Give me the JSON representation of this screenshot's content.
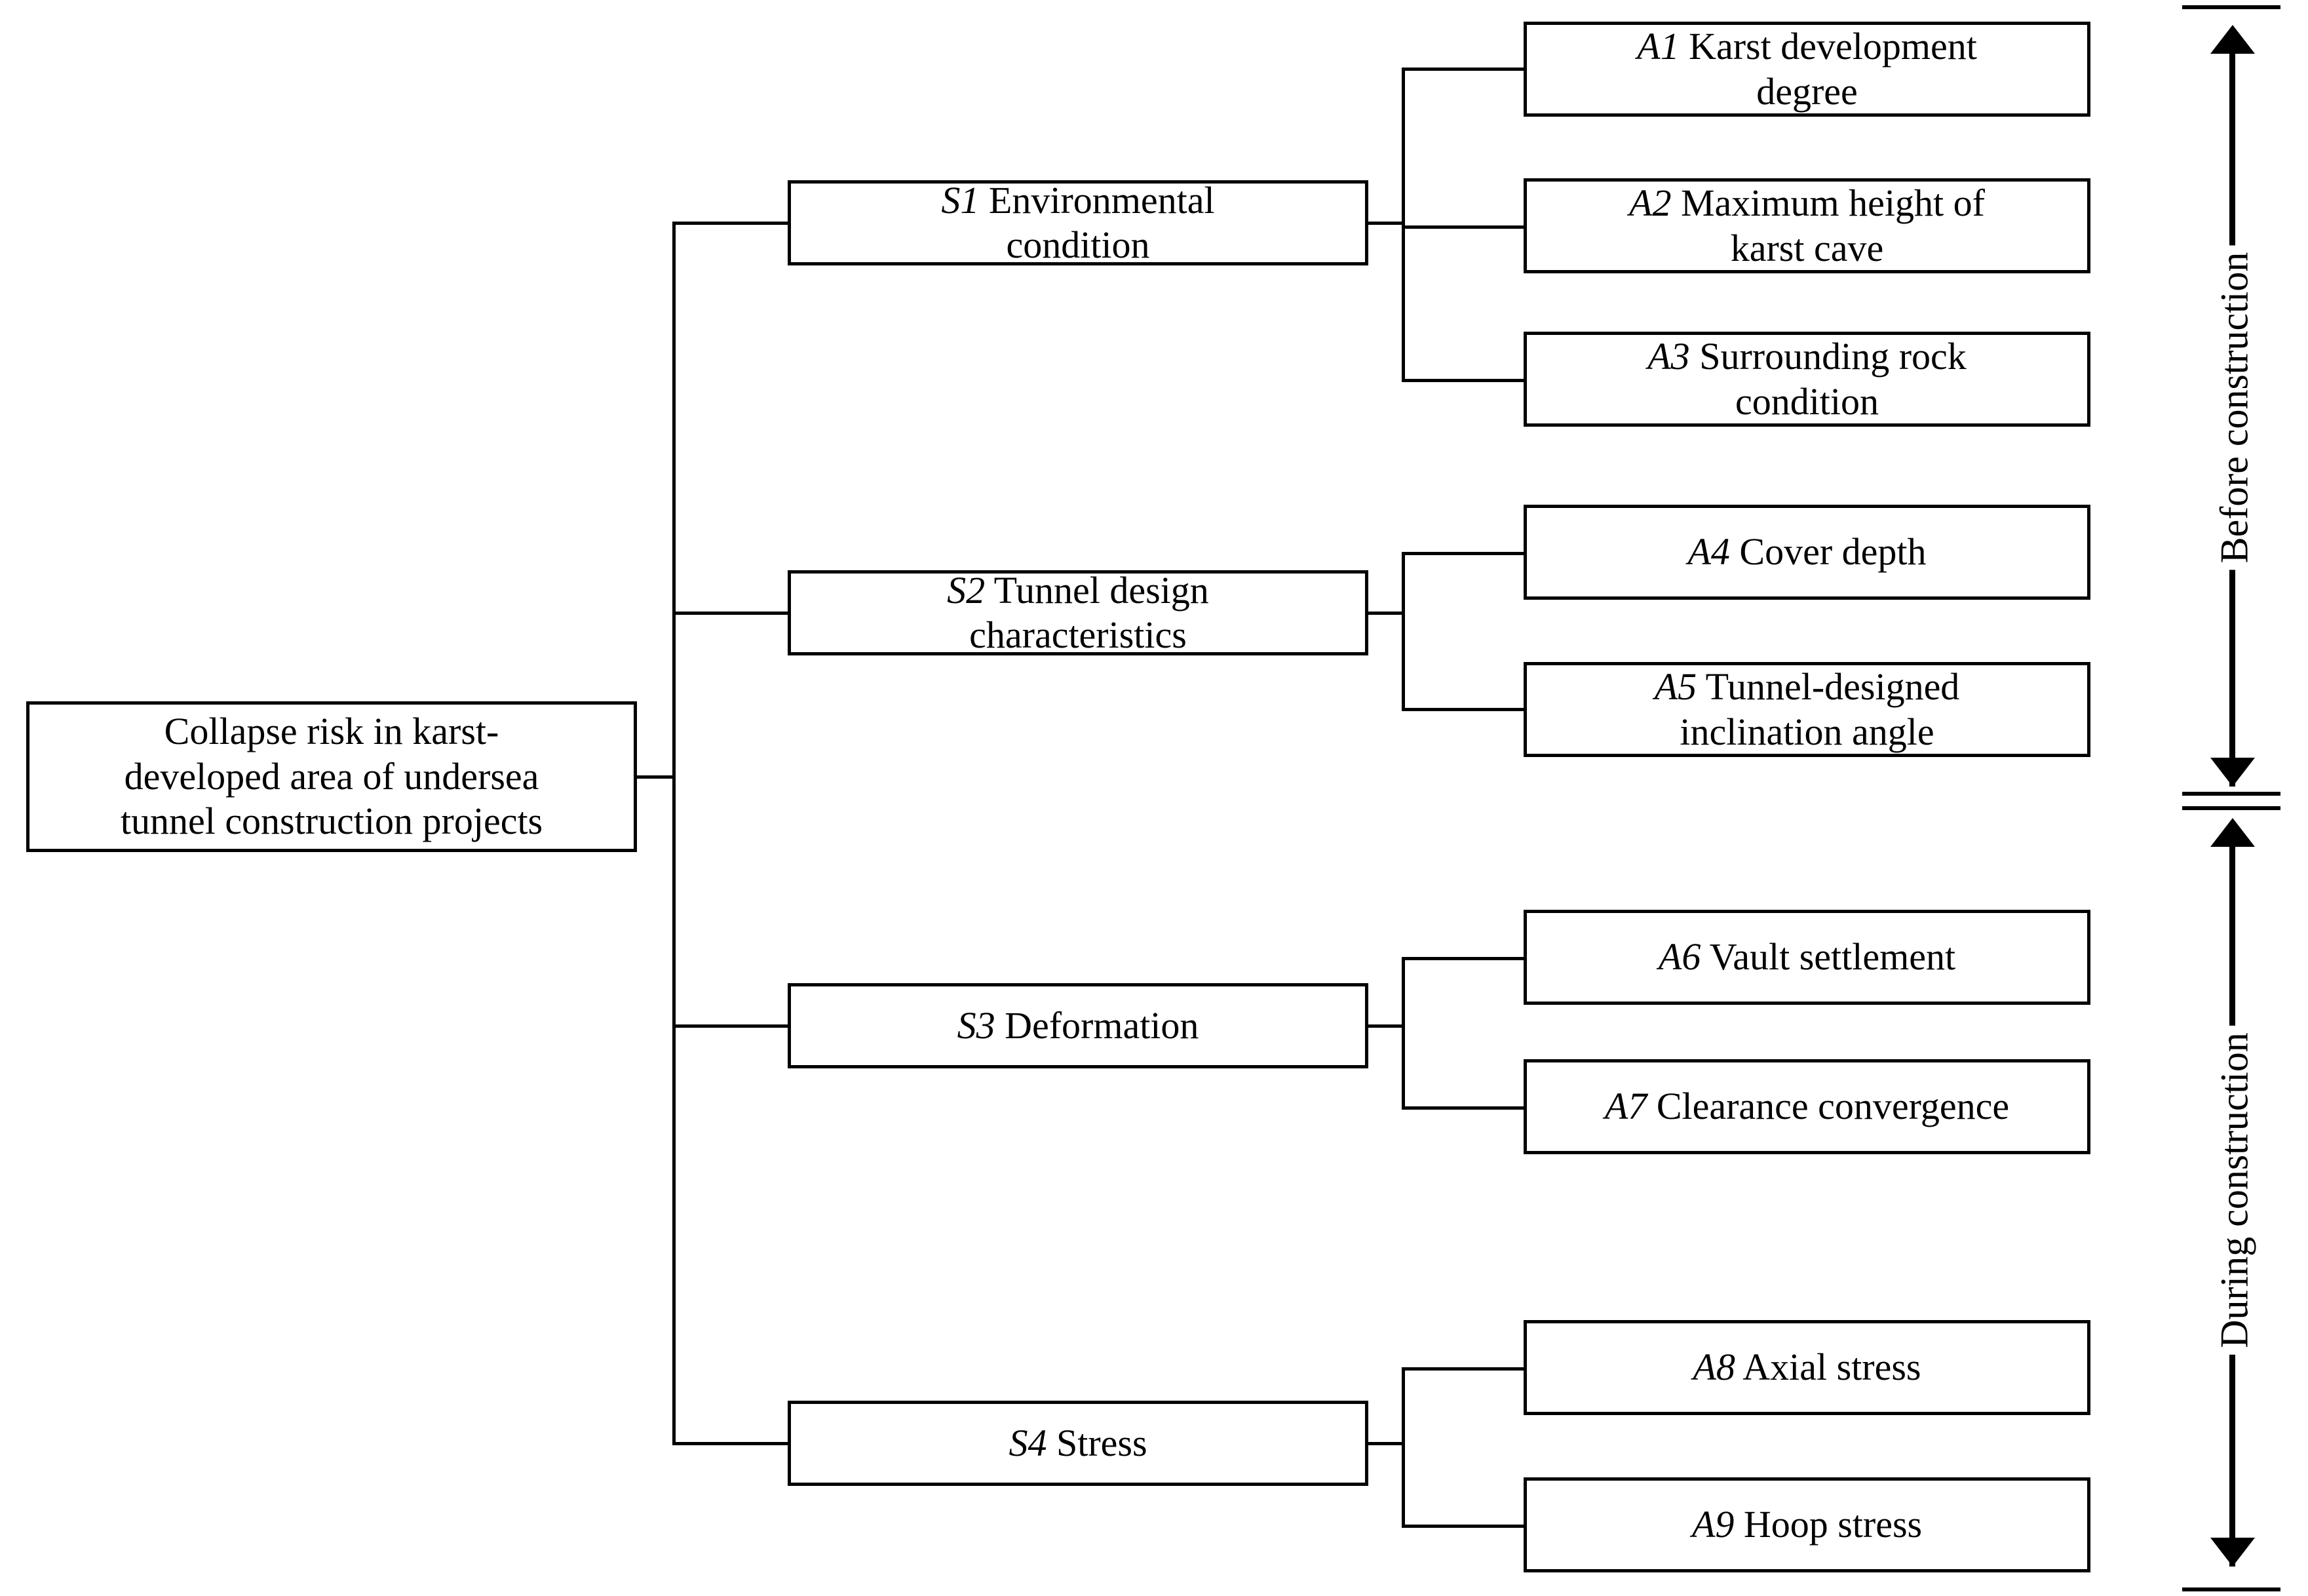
{
  "diagram": {
    "title_node": {
      "id": "root",
      "text": "Collapse risk in karst-\ndeveloped area of undersea\ntunnel construction projects"
    },
    "criteria": [
      {
        "id": "S1",
        "code": "S1",
        "text": "Environmental\ncondition"
      },
      {
        "id": "S2",
        "code": "S2",
        "text": "Tunnel design\ncharacteristics"
      },
      {
        "id": "S3",
        "code": "S3",
        "text": "Deformation"
      },
      {
        "id": "S4",
        "code": "S4",
        "text": "Stress"
      }
    ],
    "indicators": [
      {
        "id": "A1",
        "code": "A1",
        "text": "Karst development\ndegree",
        "parent": "S1"
      },
      {
        "id": "A2",
        "code": "A2",
        "text": "Maximum height of\nkarst cave",
        "parent": "S1"
      },
      {
        "id": "A3",
        "code": "A3",
        "text": "Surrounding rock\ncondition",
        "parent": "S1"
      },
      {
        "id": "A4",
        "code": "A4",
        "text": "Cover depth",
        "parent": "S2"
      },
      {
        "id": "A5",
        "code": "A5",
        "text": "Tunnel-designed\ninclination angle",
        "parent": "S2"
      },
      {
        "id": "A6",
        "code": "A6",
        "text": "Vault settlement",
        "parent": "S3"
      },
      {
        "id": "A7",
        "code": "A7",
        "text": "Clearance convergence",
        "parent": "S3"
      },
      {
        "id": "A8",
        "code": "A8",
        "text": "Axial stress",
        "parent": "S4"
      },
      {
        "id": "A9",
        "code": "A9",
        "text": "Hoop stress",
        "parent": "S4"
      }
    ],
    "phases": [
      {
        "id": "before",
        "label": "Before construction"
      },
      {
        "id": "during",
        "label": "During construction"
      }
    ],
    "colors": {
      "stroke": "#000000",
      "background": "#ffffff",
      "text": "#000000"
    }
  }
}
